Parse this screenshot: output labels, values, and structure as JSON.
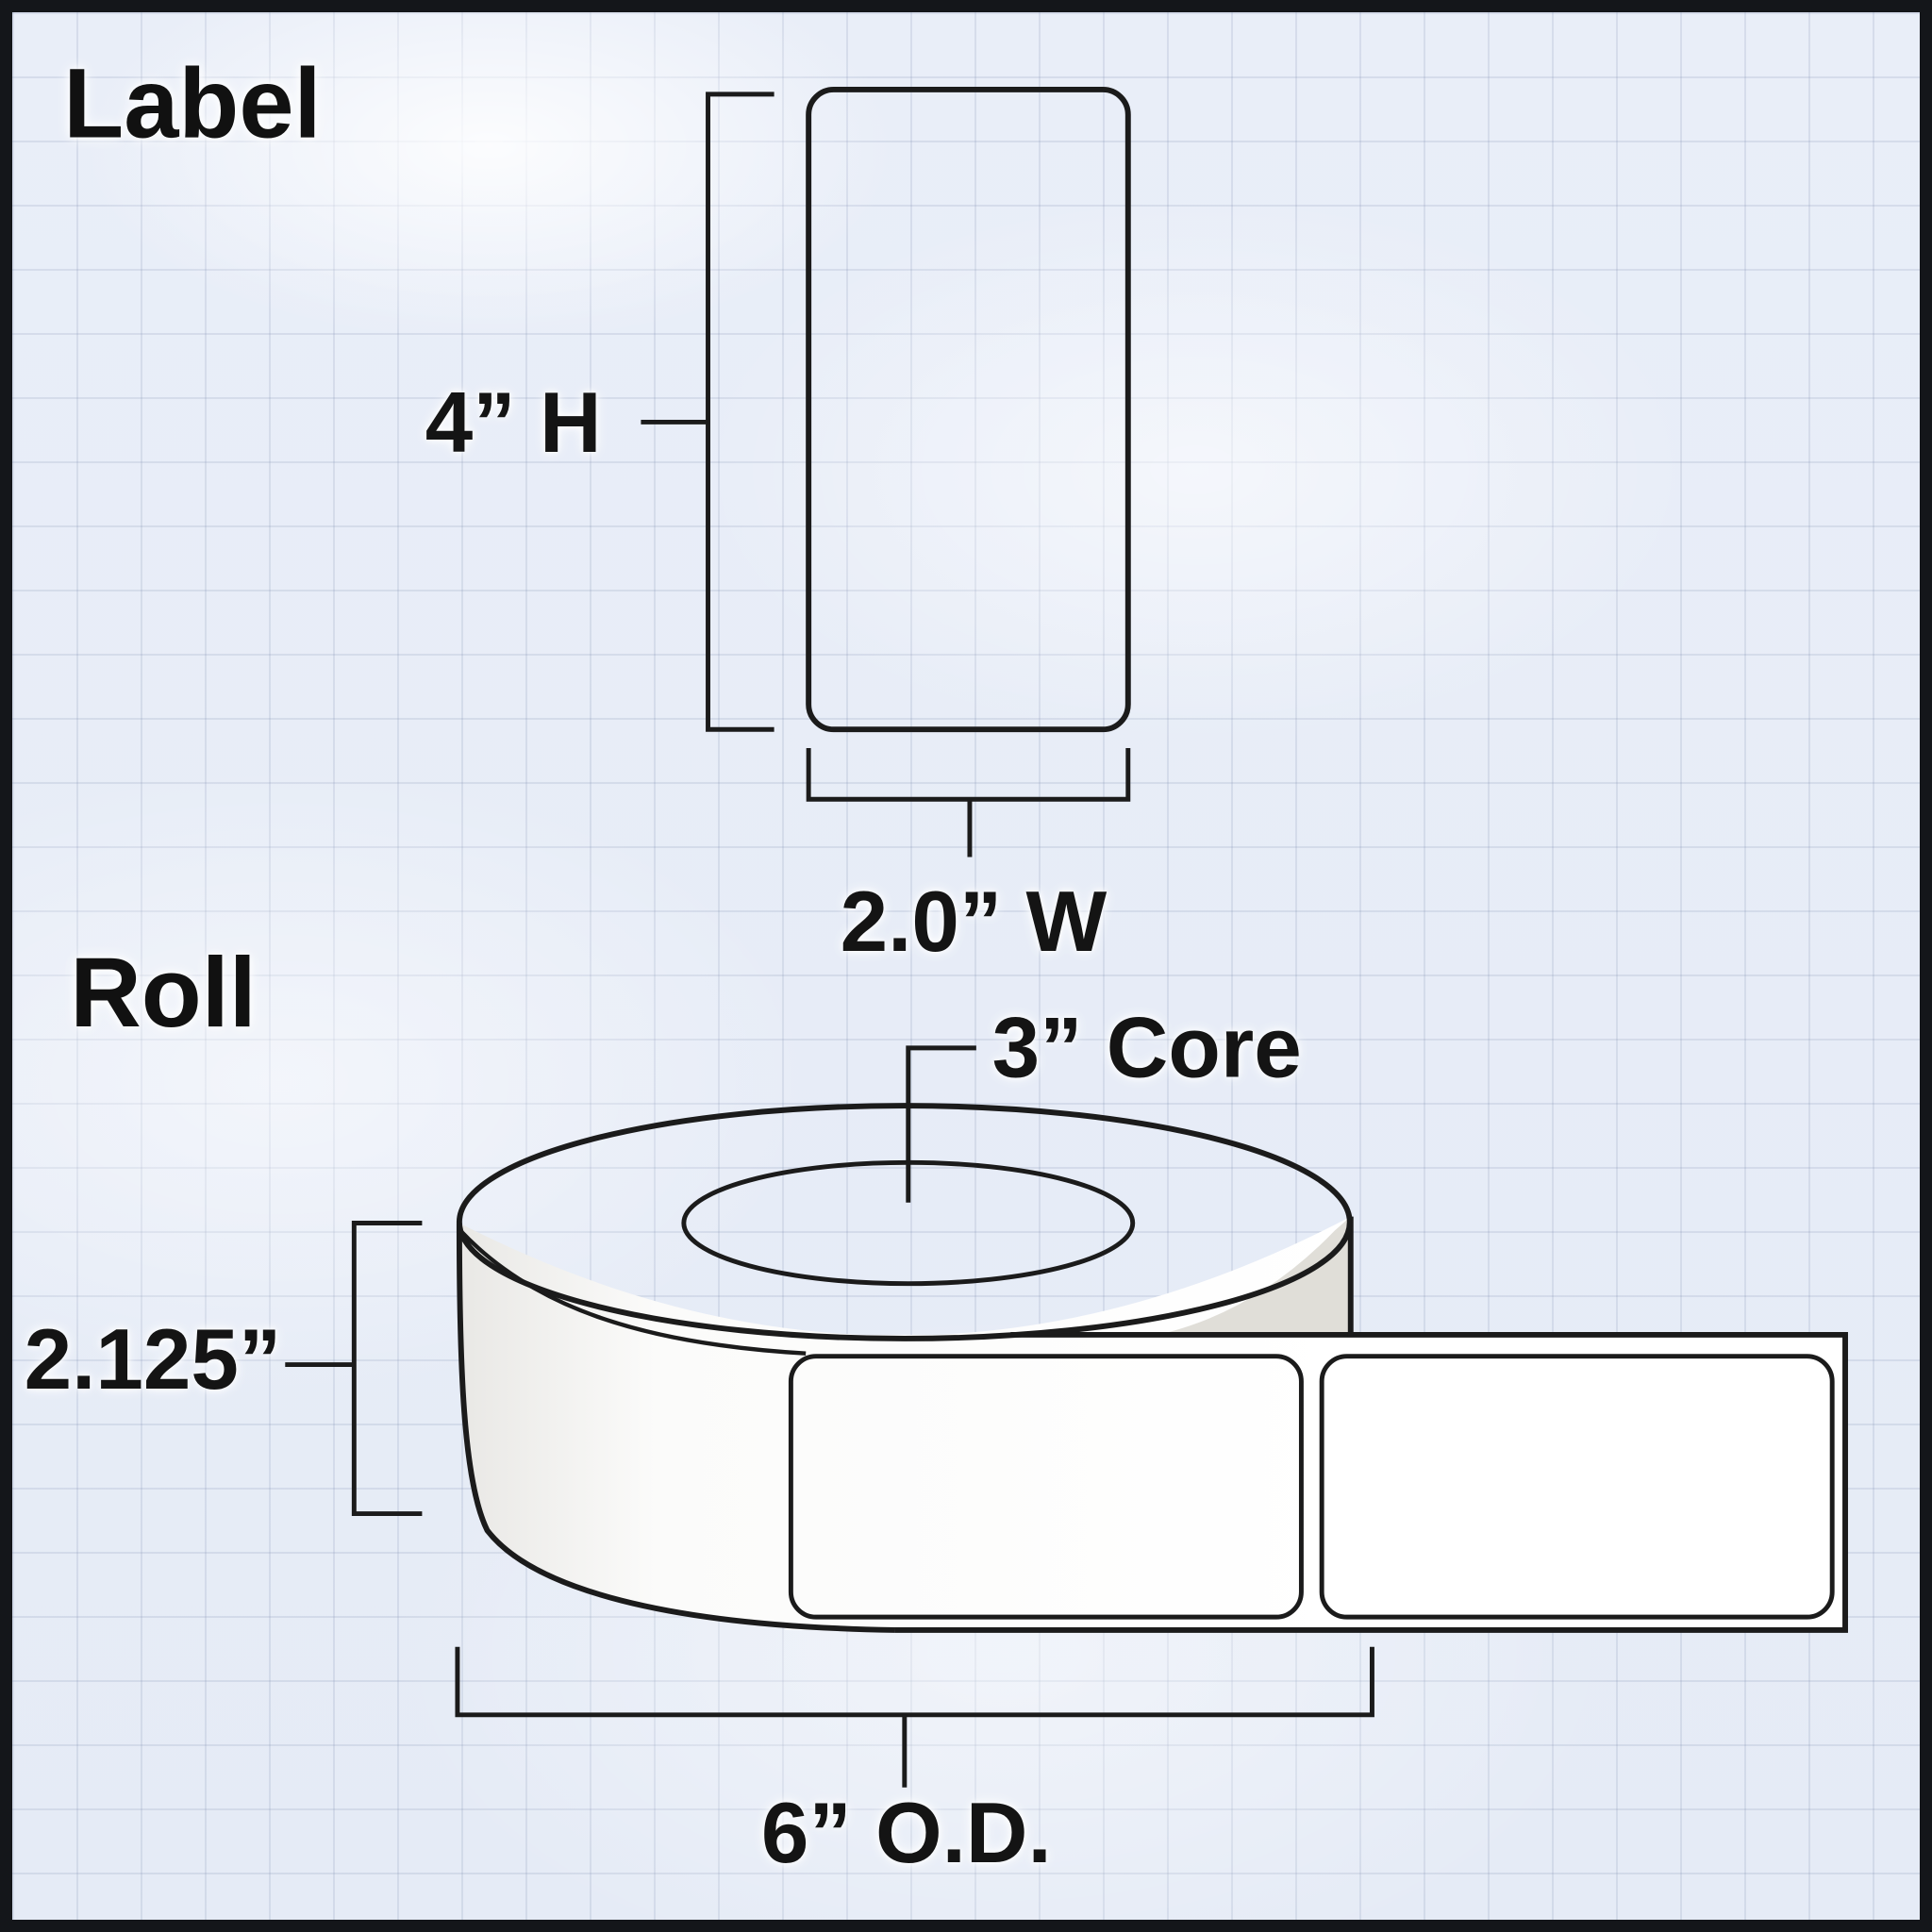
{
  "sections": {
    "label": {
      "title": "Label",
      "height_label": "4” H",
      "width_label": "2.0” W"
    },
    "roll": {
      "title": "Roll",
      "core_label": "3” Core",
      "roll_width_label": "2.125”",
      "outer_diameter_label": "6” O.D."
    }
  },
  "colors": {
    "background": "#e9eef8",
    "line": "#1b1b1b",
    "shape_fill": "#ffffff",
    "core_fill": "#b2b1ae",
    "shade": "#e0ded8",
    "frame": "#14161a"
  }
}
